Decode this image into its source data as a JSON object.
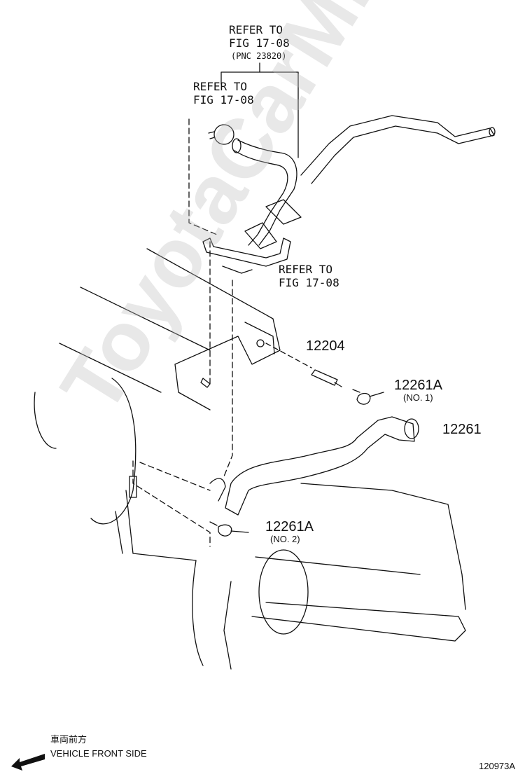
{
  "callouts": {
    "ref_top": {
      "line1": "REFER TO",
      "line2": "FIG 17-08",
      "line3": "(PNC 23820)"
    },
    "ref_mid": {
      "line1": "REFER TO",
      "line2": "FIG 17-08"
    },
    "ref_low": {
      "line1": "REFER TO",
      "line2": "FIG 17-08"
    }
  },
  "parts": [
    {
      "number": "12204",
      "sub": ""
    },
    {
      "number": "12261A",
      "sub": "(NO. 1)"
    },
    {
      "number": "12261",
      "sub": ""
    },
    {
      "number": "12261A",
      "sub": "(NO. 2)"
    }
  ],
  "footer": {
    "direction_jp": "車両前方",
    "direction_en": "VEHICLE FRONT SIDE",
    "figure_code": "120973A"
  },
  "watermark": "ToyotaCarMine.ru"
}
